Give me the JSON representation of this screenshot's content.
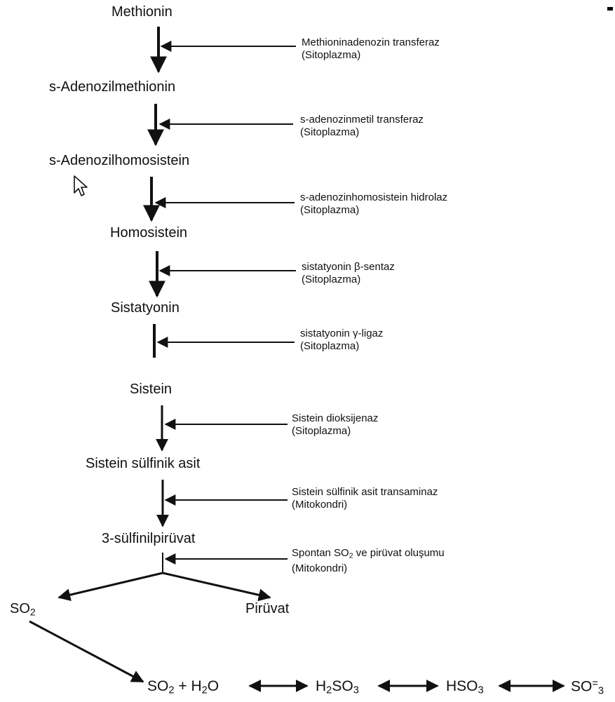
{
  "nodes": {
    "methionin": "Methionin",
    "s_adenozilmethionin": "s-Adenozilmethionin",
    "s_adenozilhomosistein": "s-Adenozilhomosistein",
    "homosistein": "Homosistein",
    "sistatyonin": "Sistatyonin",
    "sistein": "Sistein",
    "sistein_sulfinik_asit": "Sistein sülfinik asit",
    "sulfinilpiruvat": "3-sülfinilpirüvat",
    "so2_base": "SO",
    "so2_sub": "2",
    "piruvat": "Pirüvat"
  },
  "enzymes": [
    {
      "name": "Methioninadenozin transferaz",
      "location": "(Sitoplazma)"
    },
    {
      "name": "s-adenozinmetil transferaz",
      "location": "(Sitoplazma)"
    },
    {
      "name": "s-adenozinhomosistein hidrolaz",
      "location": "(Sitoplazma)"
    },
    {
      "name": "sistatyonin β-sentaz",
      "location": "(Sitoplazma)"
    },
    {
      "name": "sistatyonin γ-ligaz",
      "location": "(Sitoplazma)"
    },
    {
      "name": "Sistein dioksijenaz",
      "location": "(Sitoplazma)"
    },
    {
      "name": "Sistein sülfinik asit transaminaz",
      "location": "(Mitokondri)"
    },
    {
      "name_pre": "Spontan SO",
      "name_sub": "2",
      "name_post": " ve pirüvat oluşumu",
      "location": "(Mitokondri)"
    }
  ],
  "equilibrium": {
    "so2": "SO",
    "so2_sub": "2",
    "plus": " + ",
    "h2o_h": "H",
    "h2o_sub": "2",
    "h2o_o": "O",
    "h2so3_h": "H",
    "h2so3_sub2": "2",
    "h2so3_so": "SO",
    "h2so3_sub3": "3",
    "hso3": "HSO",
    "hso3_sub": "3",
    "so3": "SO",
    "so3_sup": "=",
    "so3_sub": "3"
  },
  "colors": {
    "ink": "#111111",
    "background": "#ffffff"
  }
}
